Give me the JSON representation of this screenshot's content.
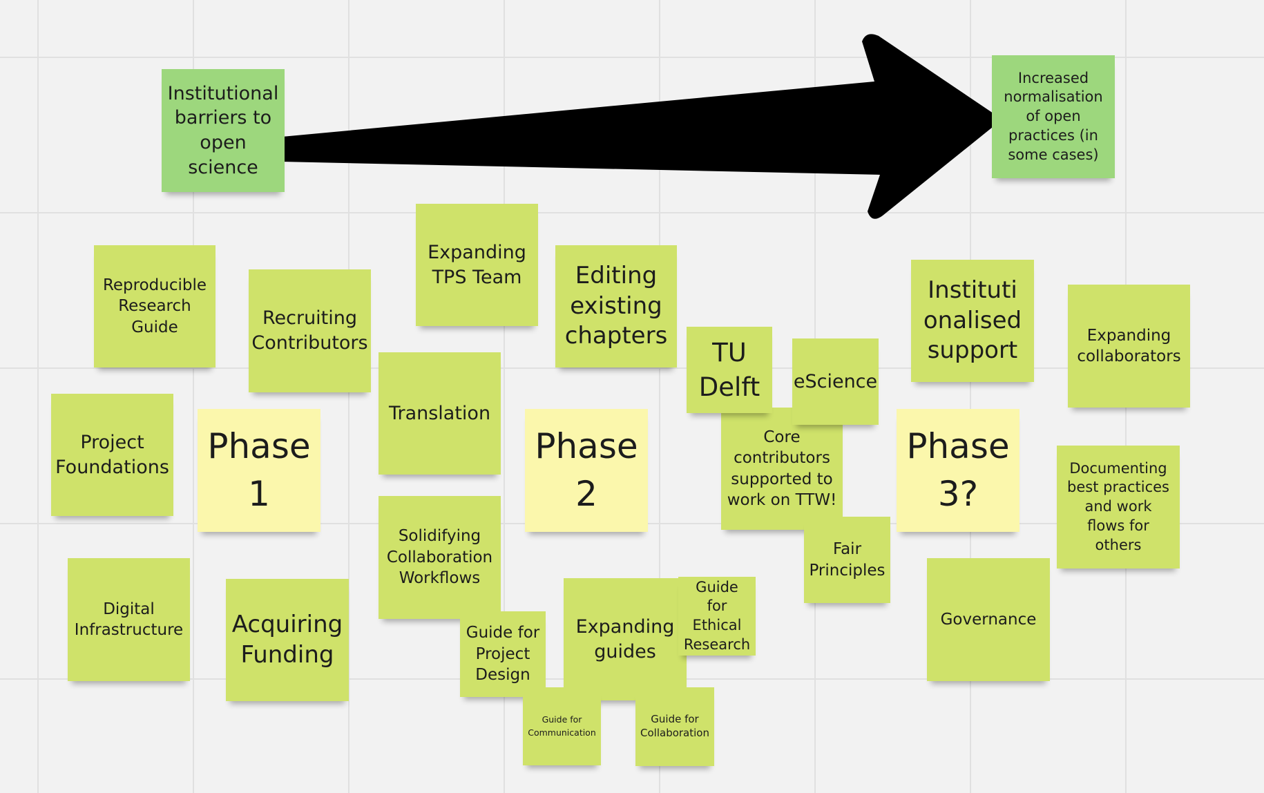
{
  "board": {
    "arrow_color": "#000000",
    "colors": {
      "lime": "#cfe26a",
      "green": "#9dd77d",
      "yellow": "#fbf7ac",
      "grid": "#e0e0e0",
      "background": "#f2f2f2"
    }
  },
  "stickies": {
    "institutional_barriers": "Institutional\nbarriers to\nopen\nscience",
    "increased_normalisation": "Increased\nnormalisation\nof open\npractices (in\nsome cases)",
    "reproducible_research_guide": "Reproducible\nResearch\nGuide",
    "recruiting_contributors": "Recruiting\nContributors",
    "expanding_tps_team": "Expanding\nTPS Team",
    "editing_existing_chapters": "Editing\nexisting\nchapters",
    "institutionalised_support": "Instituti\nonalised\nsupport",
    "expanding_collaborators": "Expanding\ncollaborators",
    "tu_delft": "TU\nDelft",
    "escience": "eScience",
    "project_foundations": "Project\nFoundations",
    "phase_1": "Phase\n1",
    "translation": "Translation",
    "phase_2": "Phase\n2",
    "core_contributors": "Core\ncontributors\nsupported to\nwork on TTW!",
    "phase_3": "Phase\n3?",
    "documenting_best_practices": "Documenting\nbest practices\nand work\nflows for\nothers",
    "solidifying_collaboration_workflows": "Solidifying\nCollaboration\nWorkflows",
    "fair_principles": "Fair\nPrinciples",
    "digital_infrastructure": "Digital\nInfrastructure",
    "acquiring_funding": "Acquiring\nFunding",
    "guide_for_project_design": "Guide for\nProject\nDesign",
    "expanding_guides": "Expanding\nguides",
    "guide_for_ethical_research": "Guide for\nEthical\nResearch",
    "governance": "Governance",
    "guide_for_communication": "Guide for\nCommunication",
    "guide_for_collaboration": "Guide for\nCollaboration"
  }
}
